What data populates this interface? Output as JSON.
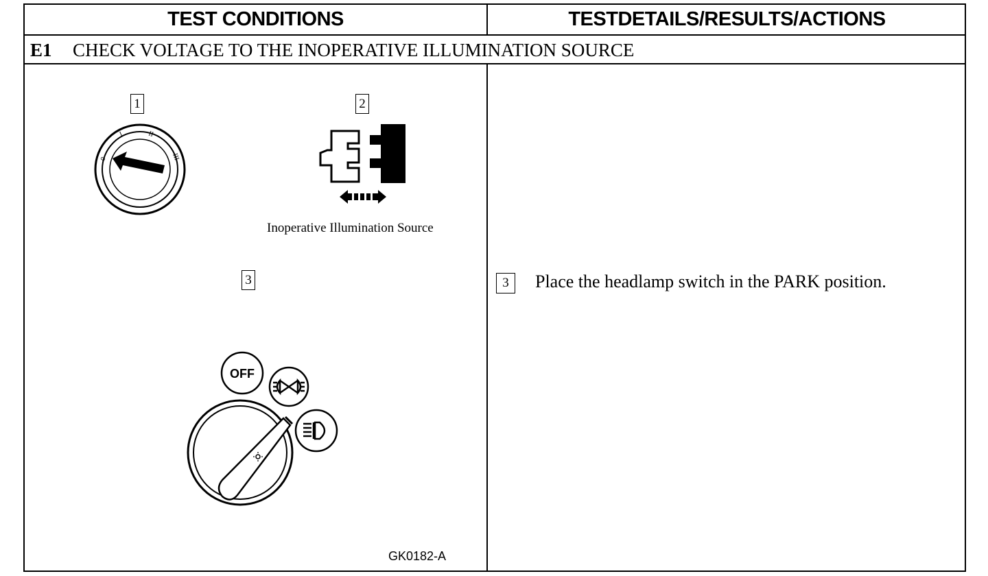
{
  "header": {
    "left_title": "TEST CONDITIONS",
    "right_title": "TESTDETAILS/RESULTS/ACTIONS"
  },
  "step": {
    "id": "E1",
    "title": "CHECK VOLTAGE TO THE INOPERATIVE ILLUMINATION SOURCE"
  },
  "figure": {
    "callouts": [
      "1",
      "2",
      "3"
    ],
    "ignition_positions": [
      "0",
      "I",
      "II",
      "III"
    ],
    "caption": "Inoperative Illumination Source",
    "off_label": "OFF",
    "figure_id": "GK0182-A"
  },
  "details": {
    "callout": "3",
    "text": "Place the headlamp switch in the PARK position."
  }
}
